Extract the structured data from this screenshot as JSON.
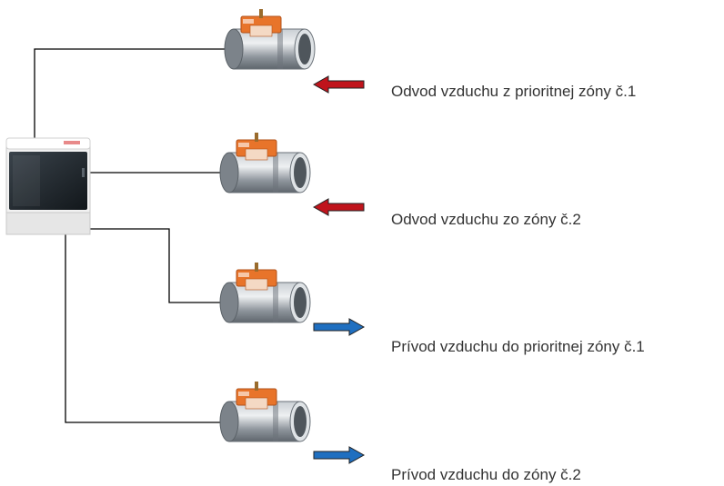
{
  "zones": [
    {
      "label": "Odvod vzduchu z prioritnej zóny č.1",
      "direction": "exhaust",
      "arrow_color": "#c0141c"
    },
    {
      "label": "Odvod vzduchu zo zóny č.2",
      "direction": "exhaust",
      "arrow_color": "#c0141c"
    },
    {
      "label": "Prívod vzduchu do prioritnej zóny č.1",
      "direction": "supply",
      "arrow_color": "#1f6fc0"
    },
    {
      "label": "Prívod vzduchu do zóny č.2",
      "direction": "supply",
      "arrow_color": "#1f6fc0"
    }
  ],
  "colors": {
    "wire": "#000000",
    "actuator": "#e8742a",
    "damper_body": "#8e959c",
    "cabinet_body": "#f2f2f2",
    "cabinet_door": "#1e252b"
  }
}
